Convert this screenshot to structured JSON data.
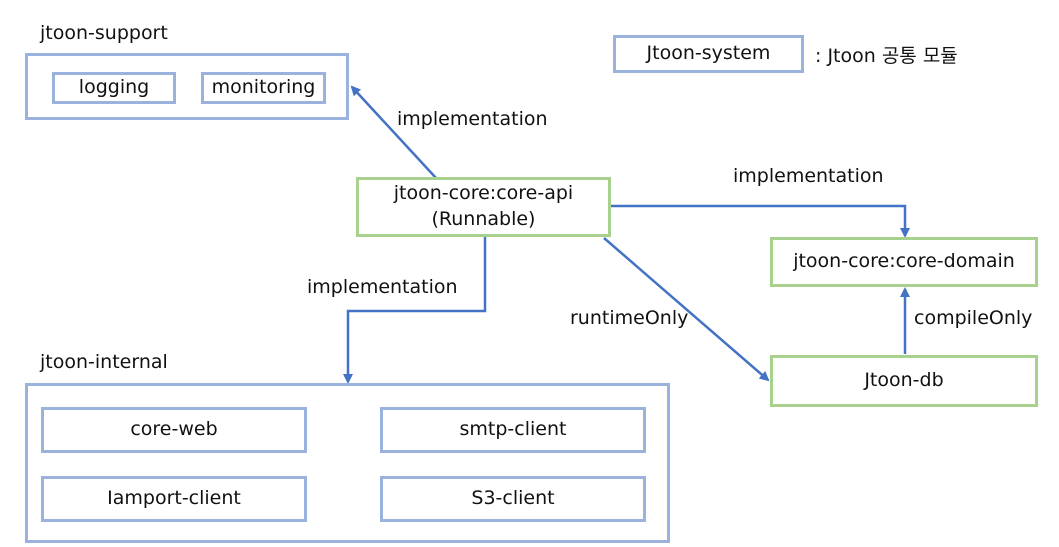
{
  "legend": {
    "box_label": "Jtoon-system",
    "description": ": Jtoon 공통 모듈"
  },
  "groups": {
    "support": {
      "title": "jtoon-support",
      "items": [
        "logging",
        "monitoring"
      ]
    },
    "internal": {
      "title": "jtoon-internal",
      "items": [
        "core-web",
        "smtp-client",
        "Iamport-client",
        "S3-client"
      ]
    }
  },
  "nodes": {
    "core_api": {
      "line1": "jtoon-core:core-api",
      "line2": "(Runnable)"
    },
    "core_domain": {
      "label": "jtoon-core:core-domain"
    },
    "db": {
      "label": "Jtoon-db"
    }
  },
  "edges": {
    "api_to_support": "implementation",
    "api_to_domain": "implementation",
    "api_to_internal": "implementation",
    "api_to_db": "runtimeOnly",
    "db_to_domain": "compileOnly"
  },
  "colors": {
    "group_border": "#9bb2dc",
    "node_border": "#a9d18e",
    "arrow": "#4472c4"
  }
}
